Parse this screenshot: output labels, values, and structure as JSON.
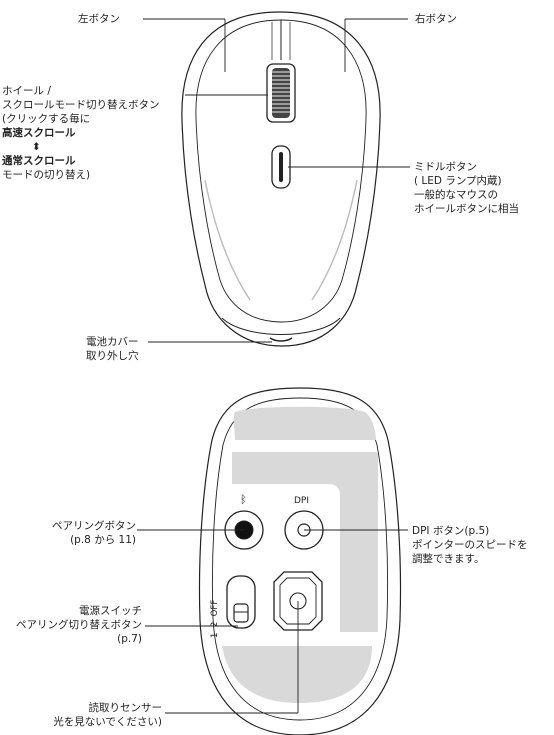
{
  "top": {
    "left_button": "左ボタン",
    "right_button": "右ボタン",
    "wheel": {
      "line1": "ホイール /",
      "line2": "スクロールモード切り替えボタン",
      "line3": "(クリックする毎に",
      "high_speed": "高速スクロール",
      "arrow": "⬍",
      "normal": "通常スクロール",
      "line4": "モードの切り替え)"
    },
    "middle_button": {
      "line1": "ミドルボタン",
      "line2": "( LED ランプ内蔵)",
      "line3": "一般的なマウスの",
      "line4": "ホイールボタンに相当"
    },
    "battery_cover": {
      "line1": "電池カバー",
      "line2": "取り外し穴"
    }
  },
  "bottom": {
    "bluetooth_symbol": "ᛒ",
    "dpi_label": "DPI",
    "pairing_button": {
      "line1": "ペアリングボタン",
      "line2": "(p.8 から 11)"
    },
    "dpi_button": {
      "line1": "DPI ボタン(p.5)",
      "line2": "ポインターのスピードを",
      "line3": "調整できます。"
    },
    "switch_marks": {
      "off": "OFF",
      "two": "2",
      "one": "1"
    },
    "power_switch": {
      "line1": "電源スイッチ",
      "line2": "ペアリング切り替えボタン",
      "line3": "(p.7)"
    },
    "sensor": {
      "line1": "読取りセンサー",
      "line2": "光を見ないでください)"
    }
  }
}
